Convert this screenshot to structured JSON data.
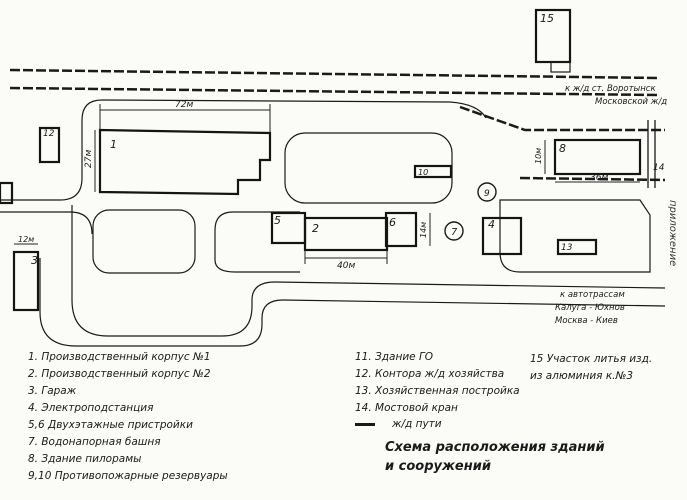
{
  "buildings": {
    "b1": "1",
    "b2": "2",
    "b3": "3",
    "b4": "4",
    "b5": "5",
    "b6": "6",
    "b7": "7",
    "b9": "9",
    "b10": "10",
    "b12": "12",
    "b13": "13",
    "b14": "14",
    "b15": "15",
    "b8": "8"
  },
  "dimensions": {
    "d72": "72м",
    "d27": "27м",
    "d40": "40м",
    "d14": "14м",
    "d12": "12м",
    "d10": "10м",
    "d36": "36м"
  },
  "rail_labels": {
    "line1": "к ж/д ст. Воротынск",
    "line2": "Московской ж/д"
  },
  "road_labels": {
    "line1": "к автотрассам",
    "line2": "Калуга - Юхнов",
    "line3": "Москва - Киев"
  },
  "legend": {
    "col1": [
      "1. Производственный корпус №1",
      "2. Производственный корпус №2",
      "3. Гараж",
      "4. Электроподстанция",
      "5,6 Двухэтажные пристройки",
      "7. Водонапорная башня",
      "8. Здание пилорамы",
      "9,10 Противопожарные резервуары"
    ],
    "col2": [
      "11. Здание ГО",
      "12. Контора ж/д хозяйства",
      "13. Хозяйственная постройка",
      "14. Мостовой кран",
      "ж/д пути"
    ],
    "col3": [
      "15 Участок литья изд.",
      "из алюминия к.№3"
    ]
  },
  "title": {
    "line1": "Схема расположения зданий",
    "line2": "и сооружений"
  },
  "side_text": "приложение"
}
